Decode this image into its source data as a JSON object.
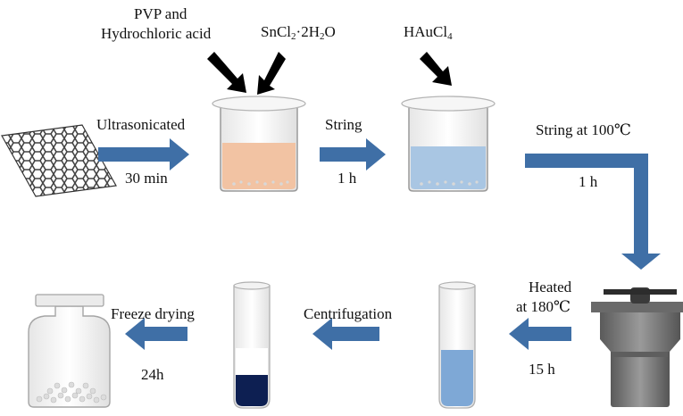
{
  "reagents": {
    "pvp_line1": "PVP and",
    "pvp_line2": "Hydrochloric acid",
    "sncl2": {
      "a": "SnCl",
      "b": "2",
      "c": "·2H",
      "d": "2",
      "e": "O"
    },
    "haucl4": {
      "a": "HAuCl",
      "b": "4"
    }
  },
  "steps": {
    "ultrasonicated": "Ultrasonicated",
    "ultrasonicated_time": "30 min",
    "stirring": "String",
    "stirring_time": "1 h",
    "stirring_100": "String at 100℃",
    "stirring_100_time": "1 h",
    "heated_line1": "Heated",
    "heated_line2": "at 180℃",
    "heated_time": "15 h",
    "centrifugation": "Centrifugation",
    "freeze_drying": "Freeze drying",
    "freeze_time": "24h"
  },
  "colors": {
    "arrow_blue": "#3f6fa6",
    "beaker_orange": "#f2c3a3",
    "beaker_blue": "#a9c6e3",
    "tube_blue": "#7ea8d6",
    "tube_navy": "#0d1f52",
    "autoclave_gray": "#808080"
  }
}
